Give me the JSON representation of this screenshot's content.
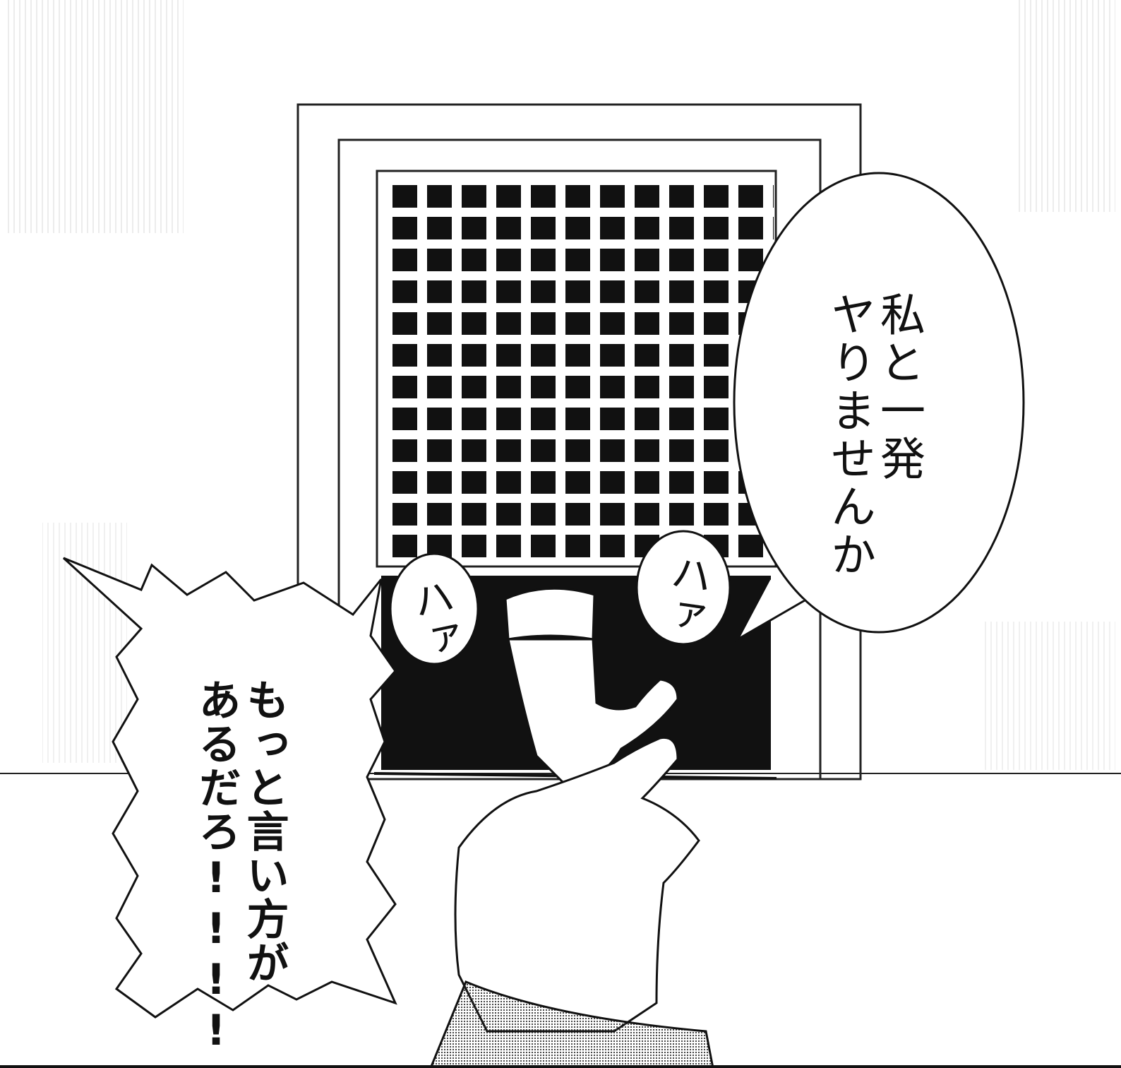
{
  "speech_bubble_1": {
    "lines": [
      "私と一発",
      "ヤりませんか"
    ]
  },
  "speech_bubble_2": {
    "lines": [
      "もっと言い方が",
      "あるだろ!!!!"
    ]
  },
  "puff_1": {
    "text": "ハァ"
  },
  "puff_2": {
    "text": "ハァ"
  },
  "colors": {
    "ink": "#111111",
    "paper": "#ffffff"
  }
}
